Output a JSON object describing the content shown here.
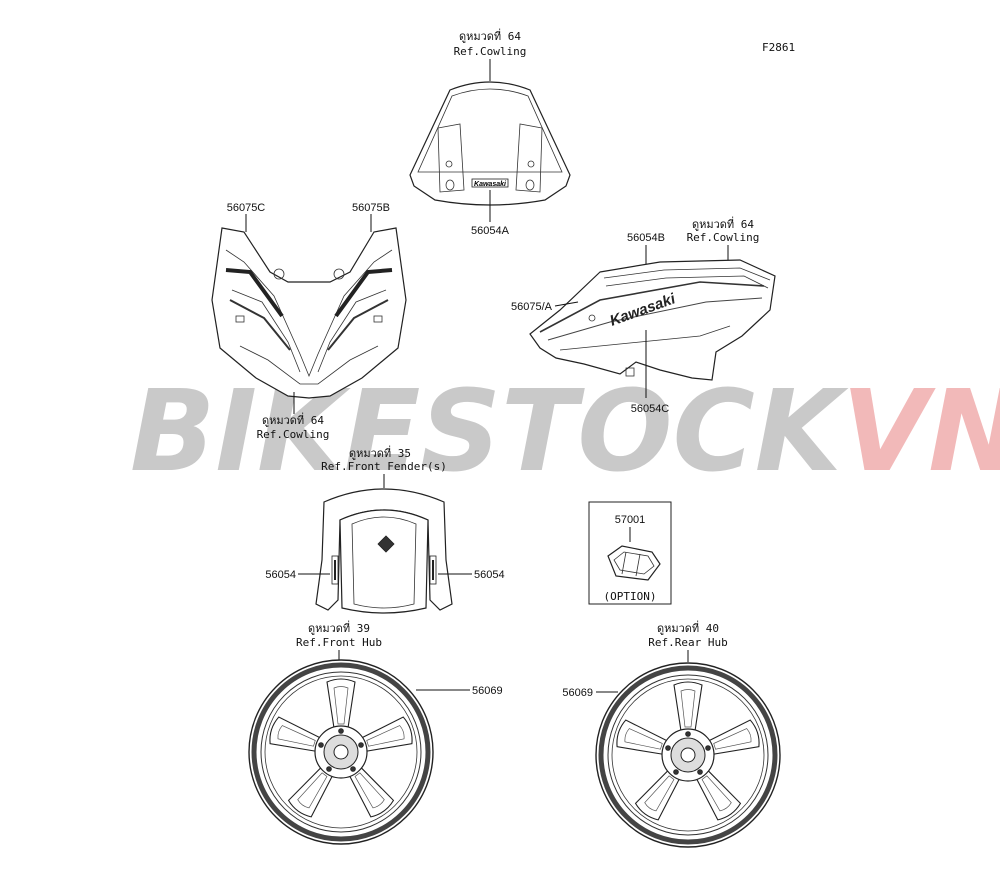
{
  "diagram_id": "F2861",
  "watermark": {
    "part1": "BIKESTOCK",
    "part2": "VN",
    "color1": "#c9c9c9",
    "color2": "#f2b9b9"
  },
  "windshield": {
    "ref1": "ดูหมวดที่ 64",
    "ref2": "Ref.Cowling",
    "part": "56054A",
    "logo": "Kawasaki"
  },
  "front_cowl": {
    "left_part": "56075C",
    "right_part": "56075B",
    "ref1": "ดูหมวดที่ 64",
    "ref2": "Ref.Cowling"
  },
  "side_cowl": {
    "top_part": "56054B",
    "ref1": "ดูหมวดที่ 64",
    "ref2": "Ref.Cowling",
    "left_part": "56075/A",
    "bottom_part": "56054C",
    "logo": "Kawasaki"
  },
  "fender": {
    "ref1": "ดูหมวดที่ 35",
    "ref2": "Ref.Front Fender(s)",
    "left_part": "56054",
    "right_part": "56054"
  },
  "option_box": {
    "part": "57001",
    "note": "(OPTION)"
  },
  "front_wheel": {
    "ref1": "ดูหมวดที่ 39",
    "ref2": "Ref.Front Hub",
    "part": "56069"
  },
  "rear_wheel": {
    "ref1": "ดูหมวดที่ 40",
    "ref2": "Ref.Rear Hub",
    "part": "56069"
  }
}
